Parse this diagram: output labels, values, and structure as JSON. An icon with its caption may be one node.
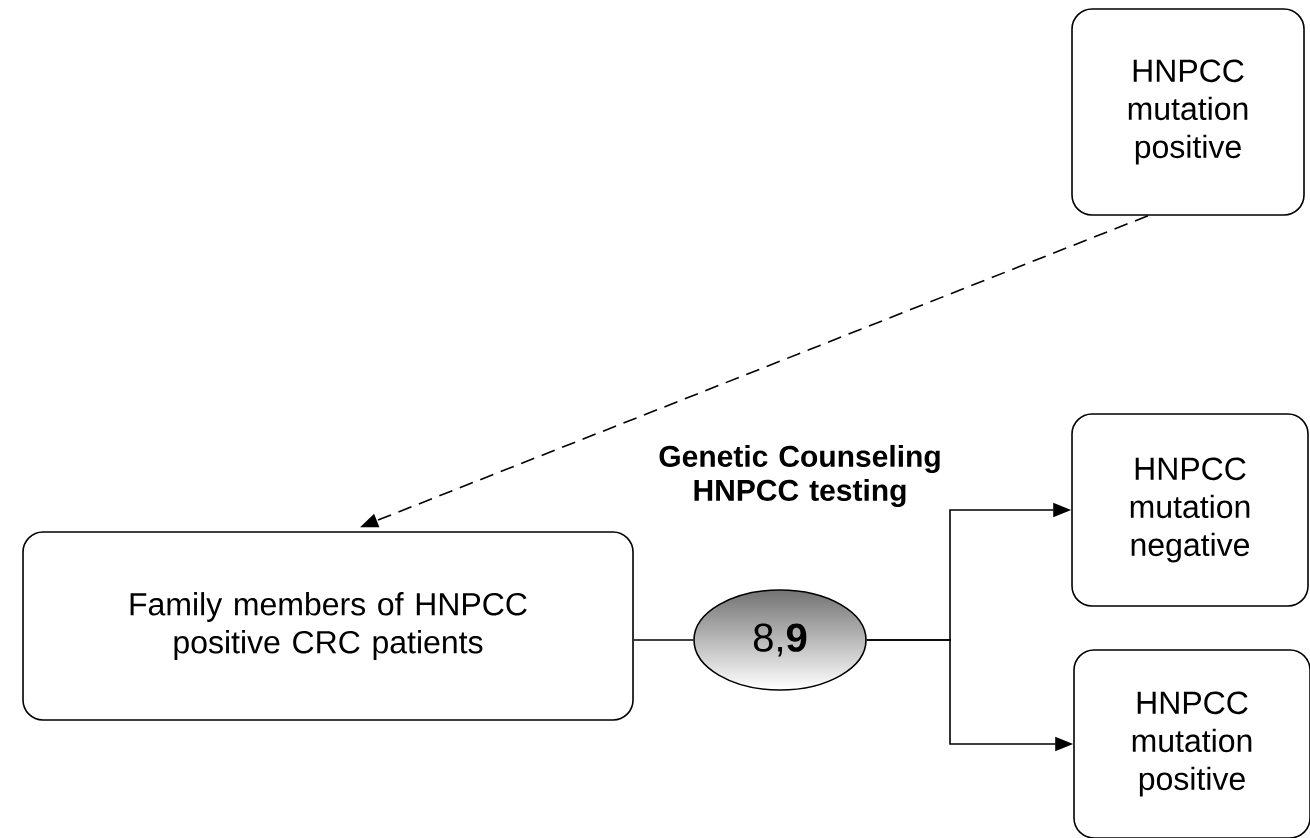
{
  "diagram": {
    "nodes": [
      {
        "text": [
          "HNPCC mutation positive"
        ]
      },
      {
        "text": [
          "Family members of HNPCC positive CRC patients"
        ]
      },
      {
        "text": [
          "8,**9**"
        ]
      },
      {
        "text": [
          "HNPCC mutation negative"
        ]
      },
      {
        "text": [
          "HNPCC mutation positive"
        ]
      }
    ],
    "edges": [
      {
        "from": 0,
        "to": 1,
        "arrow": "to",
        "style": "dashed"
      },
      {
        "from": 1,
        "to": 2,
        "arrow": "none"
      },
      {
        "from": 2,
        "to": 3,
        "arrow": "to"
      },
      {
        "from": 2,
        "to": 4,
        "arrow": "to"
      }
    ],
    "labels": [
      "Genetic Counseling HNPCC testing"
    ]
  }
}
